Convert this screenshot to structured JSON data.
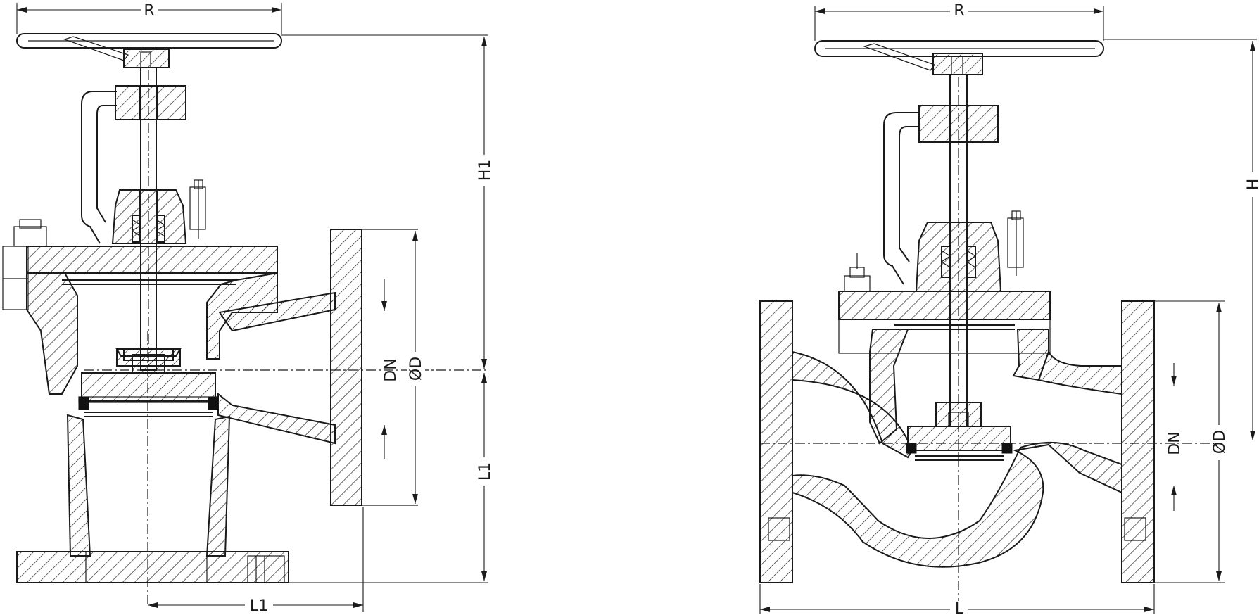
{
  "drawings": [
    {
      "view": "angle-valve",
      "labels": {
        "handwheel": "R",
        "height": "H1",
        "outlet_height": "L1",
        "axis_offset": "L1",
        "nominal": "DN",
        "flange": "ØD"
      }
    },
    {
      "view": "straight-globe-valve",
      "labels": {
        "handwheel": "R",
        "height": "H",
        "length": "L",
        "nominal": "DN",
        "flange": "ØD"
      }
    }
  ]
}
